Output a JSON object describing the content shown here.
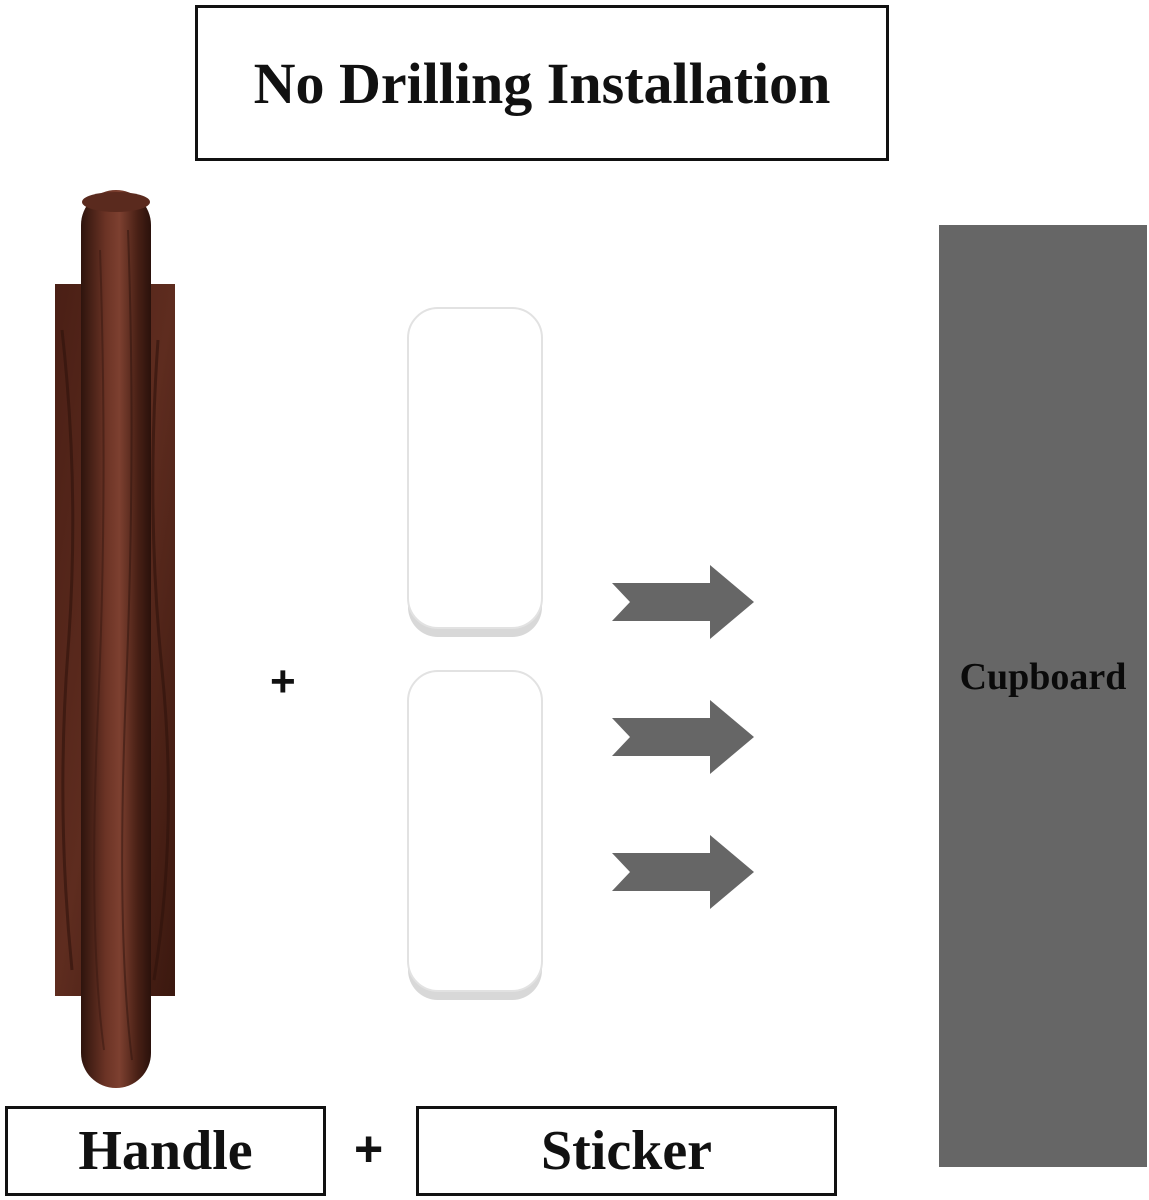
{
  "title": "No Drilling Installation",
  "labels": {
    "handle": "Handle",
    "sticker": "Sticker",
    "plus": "+",
    "cupboard": "Cupboard"
  },
  "colors": {
    "wood_dark": "#3a1a12",
    "wood_mid": "#5a2a1e",
    "wood_light": "#7a3d2c",
    "cupboard": "#666666",
    "arrow": "#666666",
    "sticker_fill": "#ffffff",
    "sticker_edge": "#d8d8d8"
  },
  "icons": [
    "wooden-handle",
    "adhesive-sticker",
    "right-arrow"
  ]
}
